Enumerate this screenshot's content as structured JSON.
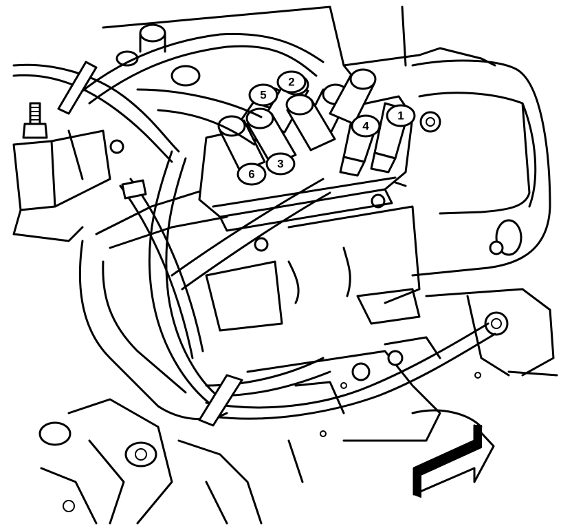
{
  "figure": {
    "coil_labels": [
      "1",
      "2",
      "3",
      "4",
      "5",
      "6"
    ],
    "icons": {
      "direction_arrow": "forward-arrow-icon"
    },
    "colors": {
      "line": "#000000",
      "background": "#ffffff",
      "arrow_fill": "#000000"
    }
  }
}
